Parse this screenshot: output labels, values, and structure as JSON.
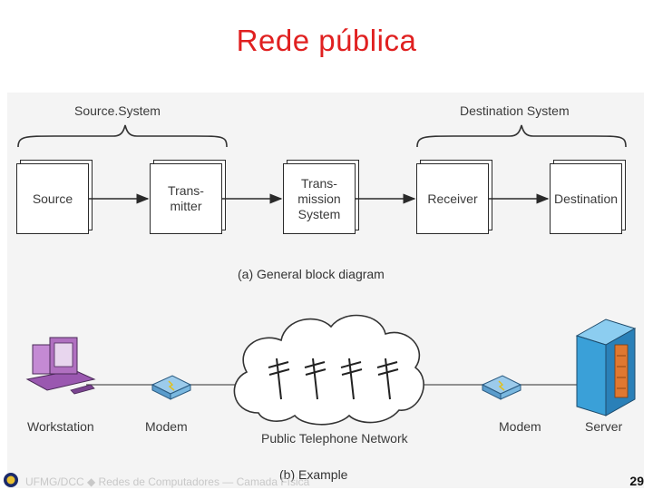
{
  "slide": {
    "title": "Rede pública",
    "footer": "UFMG/DCC ◆ Redes de Computadores — Camada Física",
    "page_number": "29"
  },
  "diagram_a": {
    "source_system_label": "Source.System",
    "destination_system_label": "Destination System",
    "blocks": [
      "Source",
      "Trans-\nmitter",
      "Trans-\nmission\nSystem",
      "Receiver",
      "Destination"
    ],
    "caption": "(a) General block diagram"
  },
  "diagram_b": {
    "labels": {
      "workstation": "Workstation",
      "modem_left": "Modem",
      "network": "Public Telephone Network",
      "modem_right": "Modem",
      "server": "Server"
    },
    "caption": "(b) Example"
  },
  "colors": {
    "title": "#e02020",
    "workstation": "#b070c0",
    "server": "#3aa0d8",
    "server_panel": "#e07830",
    "modem": "#7ab8e0"
  }
}
